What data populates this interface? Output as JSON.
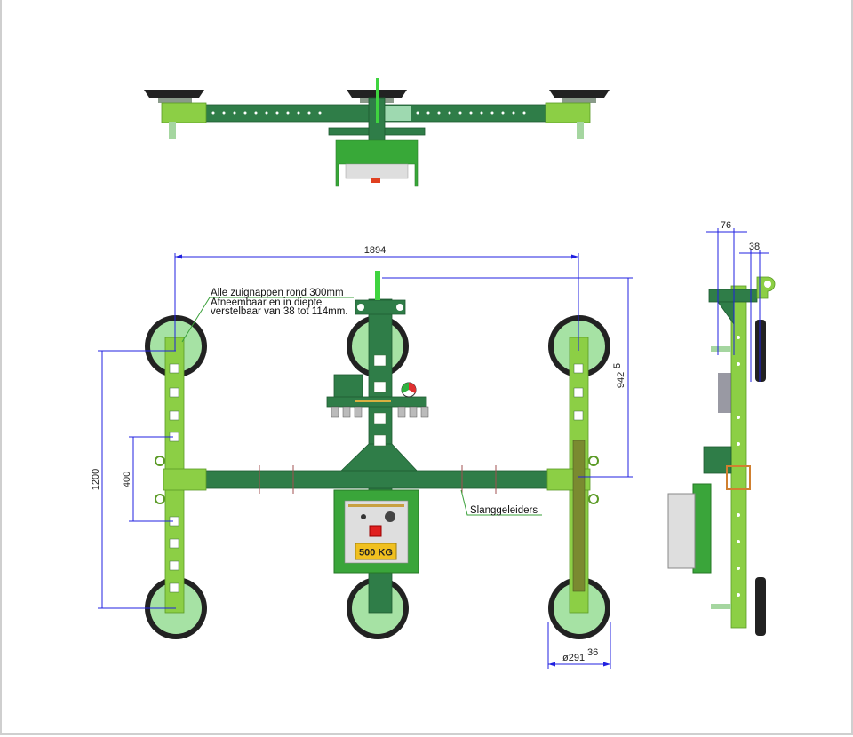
{
  "annotations": {
    "cups_note": [
      "Alle zuignappen rond 300mm",
      "Afneembaar en in diepte",
      "verstelbaar van 38 tot 114mm."
    ],
    "hose_guides": "Slanggeleiders"
  },
  "dimensions": {
    "width": "1894",
    "height_main": "942",
    "height_sup": "5",
    "cup_spacing": "1200",
    "arm_step": "400",
    "cup_diameter": "ø291",
    "cup_diameter_sup": "36",
    "side_depth_max": "76",
    "side_depth_min": "38"
  },
  "control_box": {
    "capacity_label": "500 KG"
  },
  "colors": {
    "dark_green": "#2f7d48",
    "light_green": "#8ccf45",
    "dimension_blue": "#2020e0",
    "cup_face": "#a6e2a4"
  }
}
